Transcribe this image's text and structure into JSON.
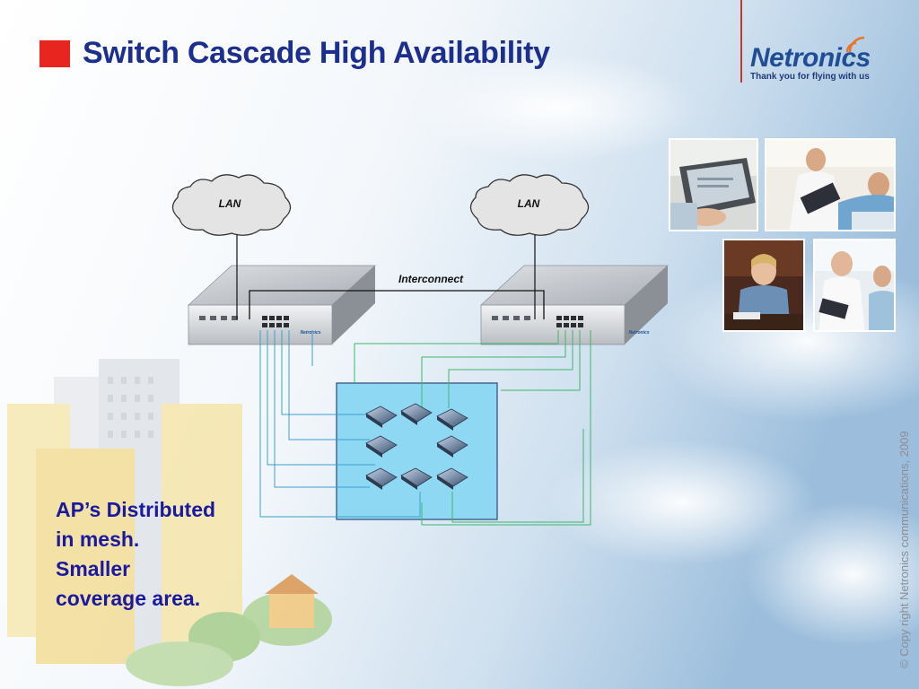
{
  "slide": {
    "title": "Switch Cascade High Availability",
    "accent_color": "#e8261f",
    "title_color": "#1c2f8e"
  },
  "logo": {
    "name": "Netronics",
    "tagline": "Thank you for flying with us"
  },
  "diagram": {
    "clouds": [
      {
        "label": "LAN"
      },
      {
        "label": "LAN"
      }
    ],
    "link_label": "Interconnect",
    "switch_brand": "Netronics"
  },
  "description": {
    "lines": [
      "AP’s Distributed",
      "in mesh.",
      "Smaller",
      "coverage area."
    ]
  },
  "copyright": "© Copy right Netronics communications, 2009",
  "photos": [
    "tablet-photo",
    "doctor-patient-photo",
    "nurse-desk-photo",
    "doctor-tablet-photo"
  ]
}
